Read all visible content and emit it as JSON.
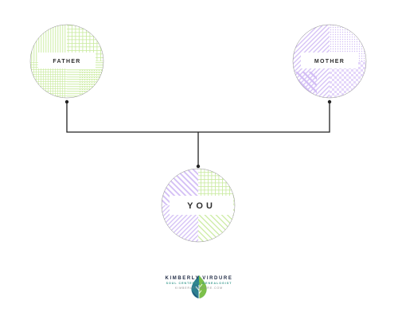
{
  "nodes": {
    "father": {
      "label": "FATHER"
    },
    "mother": {
      "label": "MOTHER"
    },
    "you": {
      "label": "YOU"
    }
  },
  "colors": {
    "green_pattern": "#c7ea9b",
    "purple_pattern": "#d2bdf5",
    "connector": "#222222",
    "label_fill": "#ffffff",
    "label_text": "#2f2f2f"
  },
  "brand": {
    "name": "KIMBERLY VIRDURE",
    "tagline": "SOUL CENTERED GENEALOGIST",
    "url": "KIMBERLYVIRDURE.COM",
    "logo_icon": "leaf-tree-icon"
  }
}
